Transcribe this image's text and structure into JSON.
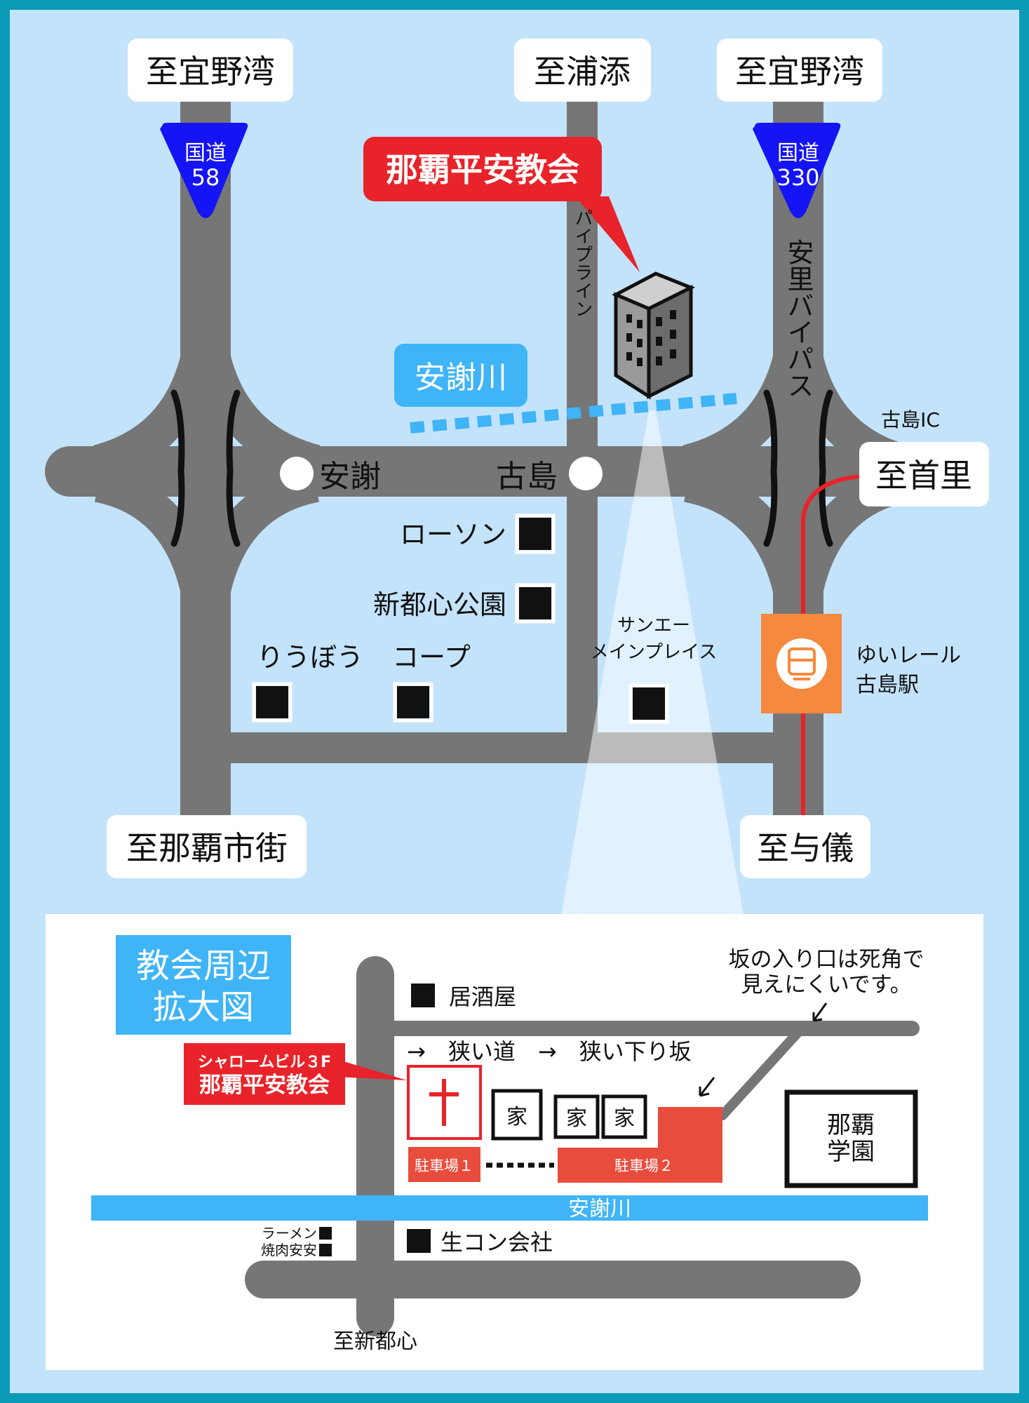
{
  "colors": {
    "border": "#0a9bb8",
    "sky": "#c3e3fb",
    "road": "#767676",
    "river": "#3fb4f7",
    "church_red": "#e8232a",
    "parking_red": "#e84c3d",
    "route_badge": "#1414f5",
    "station_orange": "#f5893d",
    "inset_label_blue": "#3fb4f7"
  },
  "main_map": {
    "dest_top_left": "至宜野湾",
    "dest_top_center": "至浦添",
    "dest_top_right": "至宜野湾",
    "dest_bottom_left": "至那覇市街",
    "dest_bottom_right": "至与儀",
    "dest_right": "至首里",
    "route58_line1": "国道",
    "route58_line2": "58",
    "route330_line1": "国道",
    "route330_line2": "330",
    "church_callout": "那覇平安教会",
    "pipeline": "パイプライン",
    "bypass": "安里バイパス",
    "river_label": "安謝川",
    "ic_label": "古島IC",
    "aja": "安謝",
    "furujima": "古島",
    "lawson": "ローソン",
    "park": "新都心公園",
    "ryubo": "りうぼう",
    "coop": "コープ",
    "sanei_line1": "サンエー",
    "sanei_line2": "メインプレイス",
    "station_line1": "ゆいレール",
    "station_line2": "古島駅"
  },
  "inset": {
    "title_line1": "教会周辺",
    "title_line2": "拡大図",
    "izakaya": "居酒屋",
    "narrow_road": "→　狭い道　→　狭い下り坂",
    "slope_note_line1": "坂の入り口は死角で",
    "slope_note_line2": "見えにくいです。",
    "building_name": "シャロームビル３F",
    "church_name": "那覇平安教会",
    "house": "家",
    "school_line1": "那覇",
    "school_line2": "学園",
    "parking1": "駐車場１",
    "parking2": "駐車場２",
    "river_label": "安謝川",
    "ramen": "ラーメン",
    "yakiniku": "焼肉安安",
    "concrete": "生コン会社",
    "dest_bottom": "至新都心"
  }
}
